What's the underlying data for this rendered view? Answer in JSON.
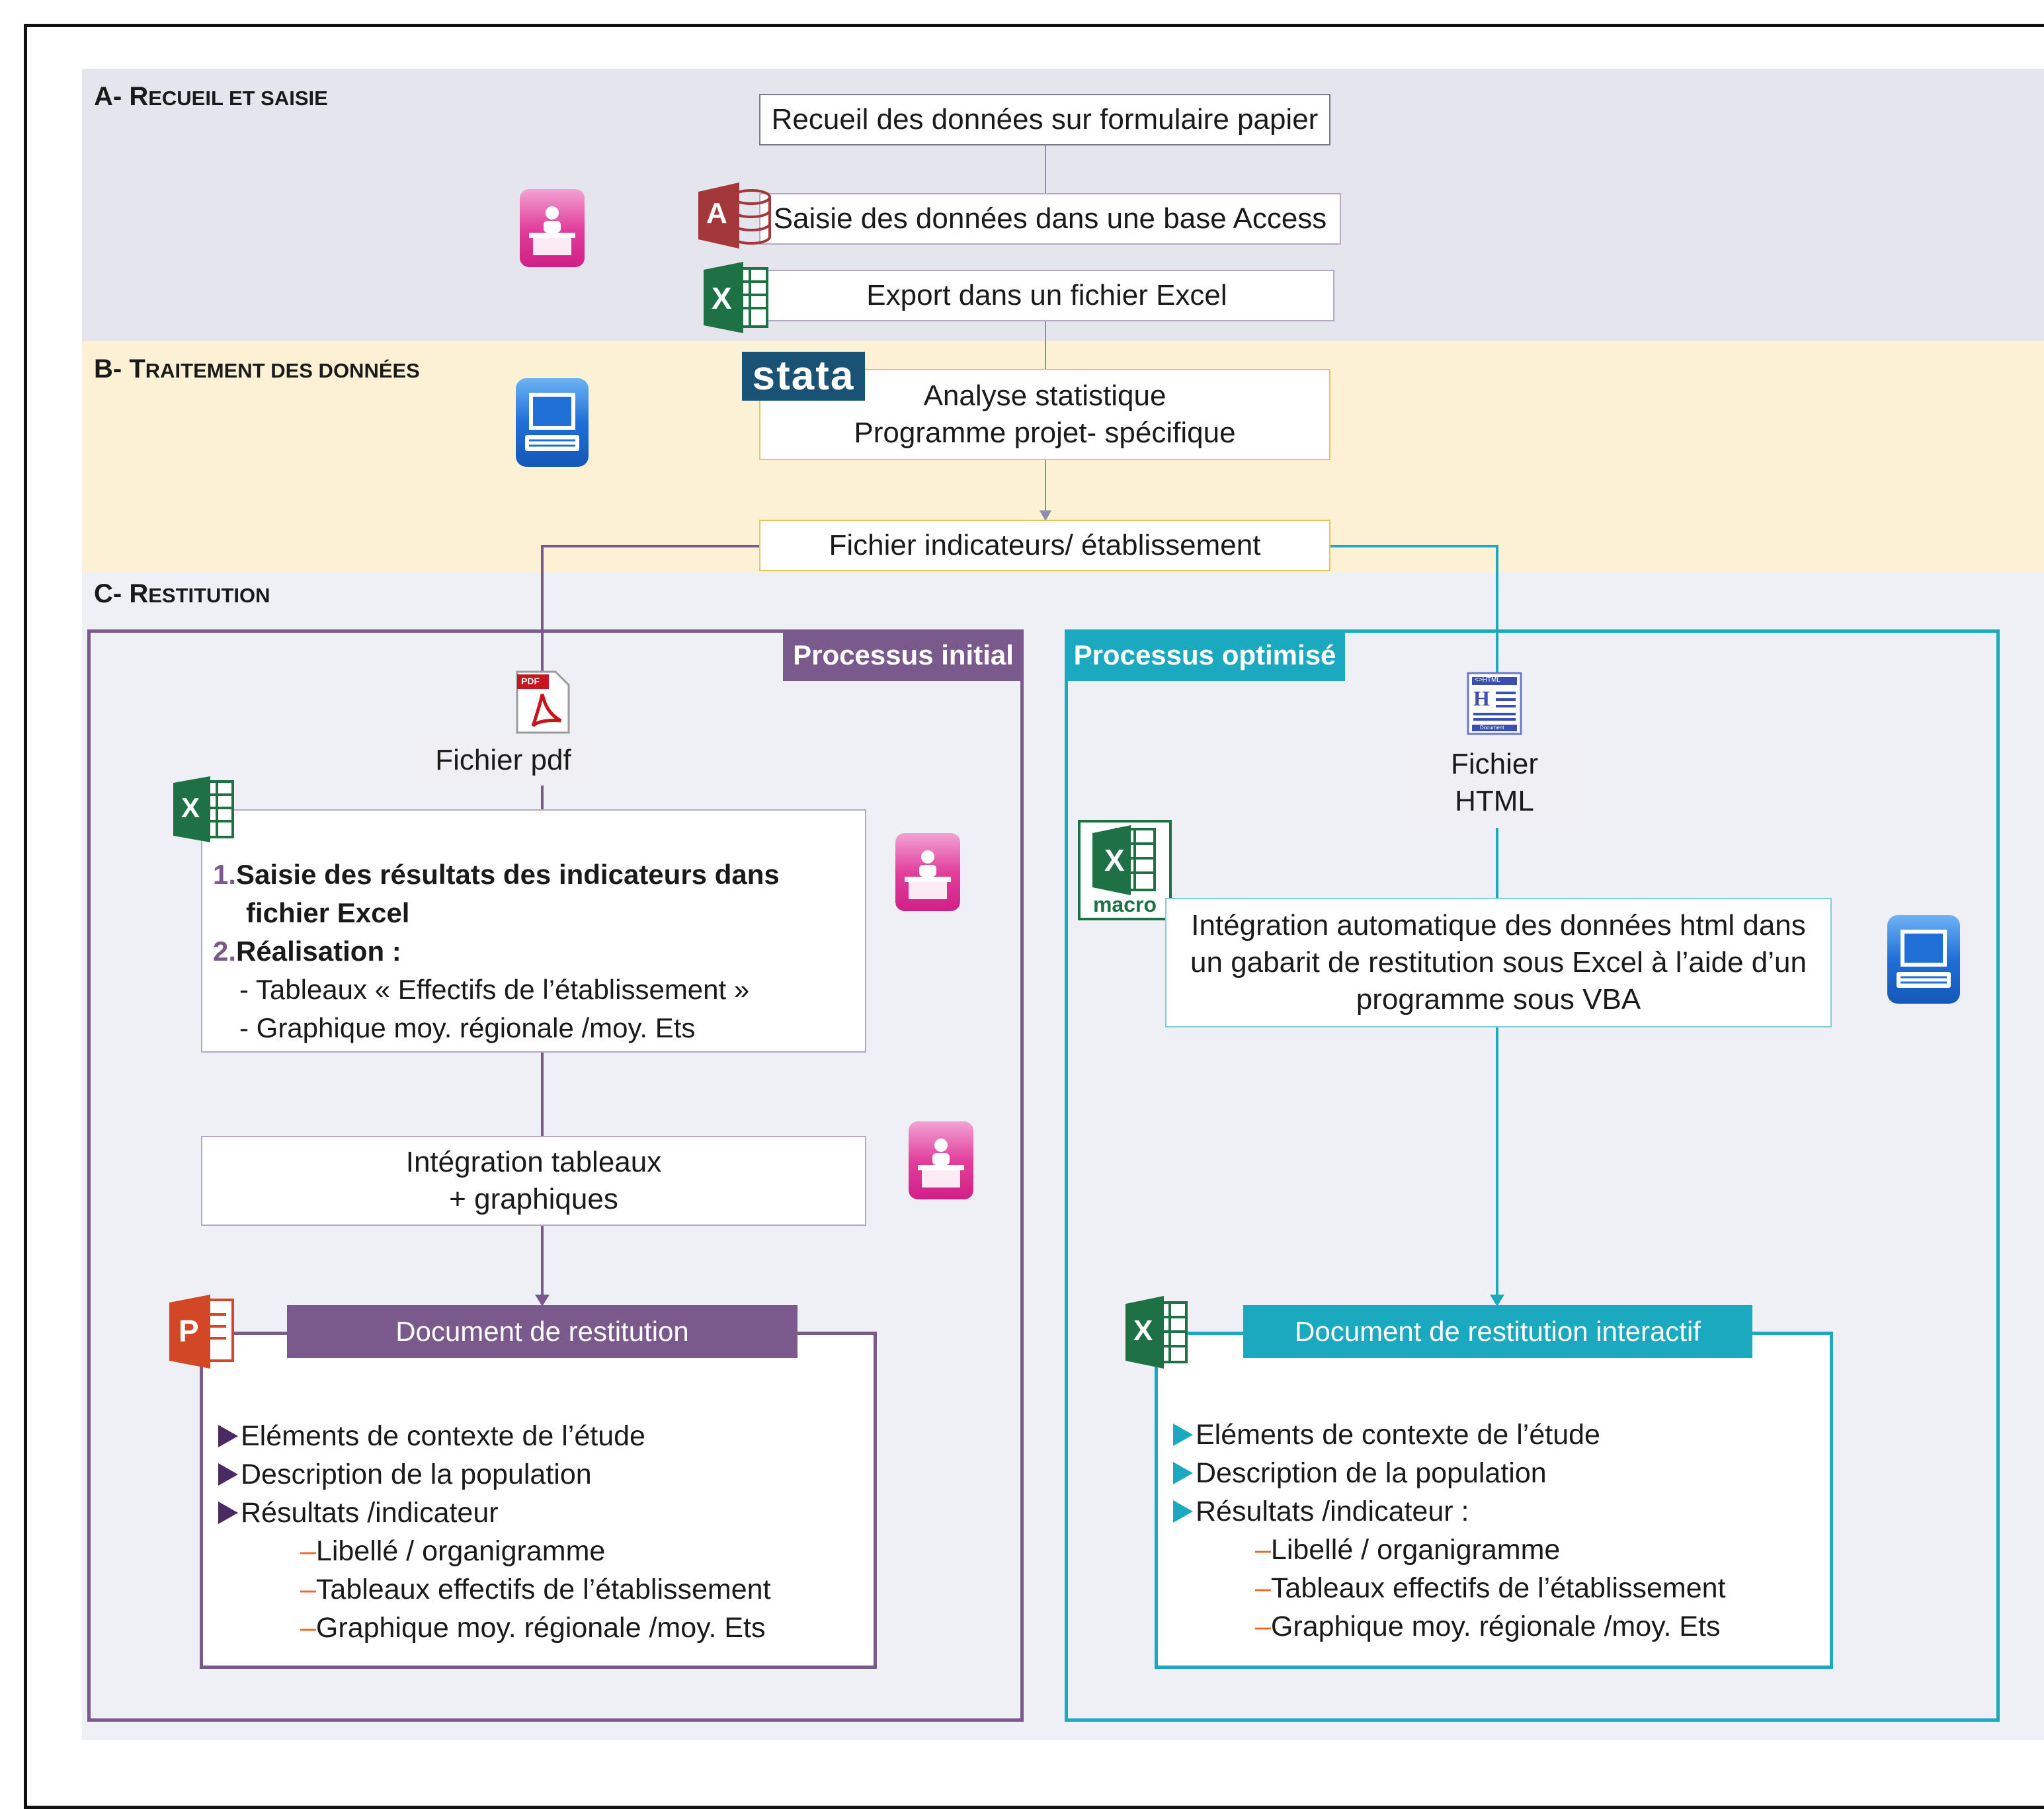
{
  "sections": {
    "a": {
      "prefix": "A- R",
      "rest": "ECUEIL ET SAISIE"
    },
    "b": {
      "prefix": "B- T",
      "rest": "RAITEMENT DES DONNÉES"
    },
    "c": {
      "prefix": "C- R",
      "rest": "ESTITUTION"
    }
  },
  "colors": {
    "band_a": "#e5e5ee",
    "band_b": "#fcf1d4",
    "band_c": "#eef0f6",
    "purple": "#7a5a8c",
    "teal": "#1aa9bf"
  },
  "flow": {
    "recueil": "Recueil des données sur formulaire papier",
    "saisie": "Saisie des données dans une base Access",
    "export": "Export dans un fichier Excel",
    "analyse_1": "Analyse statistique",
    "analyse_2": "Programme projet- spécifique",
    "fichier_ind": "Fichier indicateurs/ établissement"
  },
  "initial": {
    "tab": "Processus initial",
    "pdf_label": "Fichier pdf",
    "step1_num": "1.",
    "step1_line1": "Saisie des résultats des indicateurs dans",
    "step1_line2": "fichier Excel",
    "step2_num": "2.",
    "step2": "Réalisation :",
    "sub1": "-  Tableaux « Effectifs de l’établissement »",
    "sub2": "-  Graphique moy. régionale /moy. Ets",
    "integ_1": "Intégration  tableaux",
    "integ_2": "+ graphiques",
    "doc_title": "Document de restitution",
    "items": [
      "Eléments de contexte de l’étude",
      "Description de la population",
      "Résultats /indicateur"
    ],
    "subitems": [
      "Libellé / organigramme",
      "Tableaux effectifs de l’établissement",
      "Graphique moy. régionale /moy. Ets"
    ]
  },
  "optimise": {
    "tab": "Processus optimisé",
    "html_1": "Fichier",
    "html_2": "HTML",
    "macro": "macro",
    "integ_1": "Intégration automatique des données html dans",
    "integ_2": "un gabarit de restitution sous Excel à l’aide d’un",
    "integ_3": "programme sous VBA",
    "doc_title": "Document de restitution interactif",
    "items": [
      "Eléments de contexte de l’étude",
      "Description de la population",
      "Résultats /indicateur :"
    ],
    "subitems": [
      "Libellé / organigramme",
      "Tableaux effectifs de l’établissement",
      "Graphique moy. régionale /moy. Ets"
    ]
  },
  "icons": {
    "access": "A",
    "excel": "X",
    "powerpoint": "P",
    "stata": "stata",
    "pdf": "PDF",
    "html_doc": "<>HTML",
    "html_h": "H",
    "html_footer": "Document"
  }
}
